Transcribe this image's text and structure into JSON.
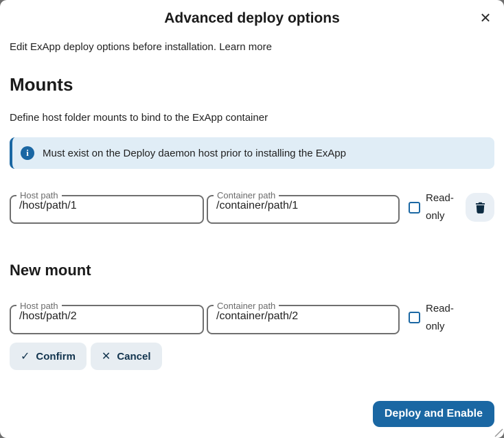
{
  "colors": {
    "primary": "#1a67a3",
    "note_background": "#e0edf6",
    "secondary_button_background": "#e7edf2",
    "secondary_button_text": "#12344e",
    "input_border": "#6f6f6f",
    "label_gray": "#6b6b6b",
    "backdrop": "#6e6e6e"
  },
  "header": {
    "title": "Advanced deploy options",
    "close_icon": "✕"
  },
  "intro": {
    "text": "Edit ExApp deploy options before installation.",
    "learn_more": "Learn more"
  },
  "mounts": {
    "heading": "Mounts",
    "description": "Define host folder mounts to bind to the ExApp container",
    "note": "Must exist on the Deploy daemon host prior to installing the ExApp",
    "info_icon_glyph": "i",
    "rows": [
      {
        "host_path_label": "Host path",
        "host_path_value": "/host/path/1",
        "container_path_label": "Container path",
        "container_path_value": "/container/path/1",
        "readonly_label": "Read-only",
        "readonly_checked": false,
        "delete_icon": "trash"
      }
    ]
  },
  "new_mount": {
    "heading": "New mount",
    "host_path_label": "Host path",
    "host_path_value": "/host/path/2",
    "container_path_label": "Container path",
    "container_path_value": "/container/path/2",
    "readonly_label": "Read-only",
    "readonly_checked": false,
    "confirm_label": "Confirm",
    "confirm_icon": "✓",
    "cancel_label": "Cancel",
    "cancel_icon": "✕"
  },
  "footer": {
    "deploy_label": "Deploy and Enable"
  }
}
